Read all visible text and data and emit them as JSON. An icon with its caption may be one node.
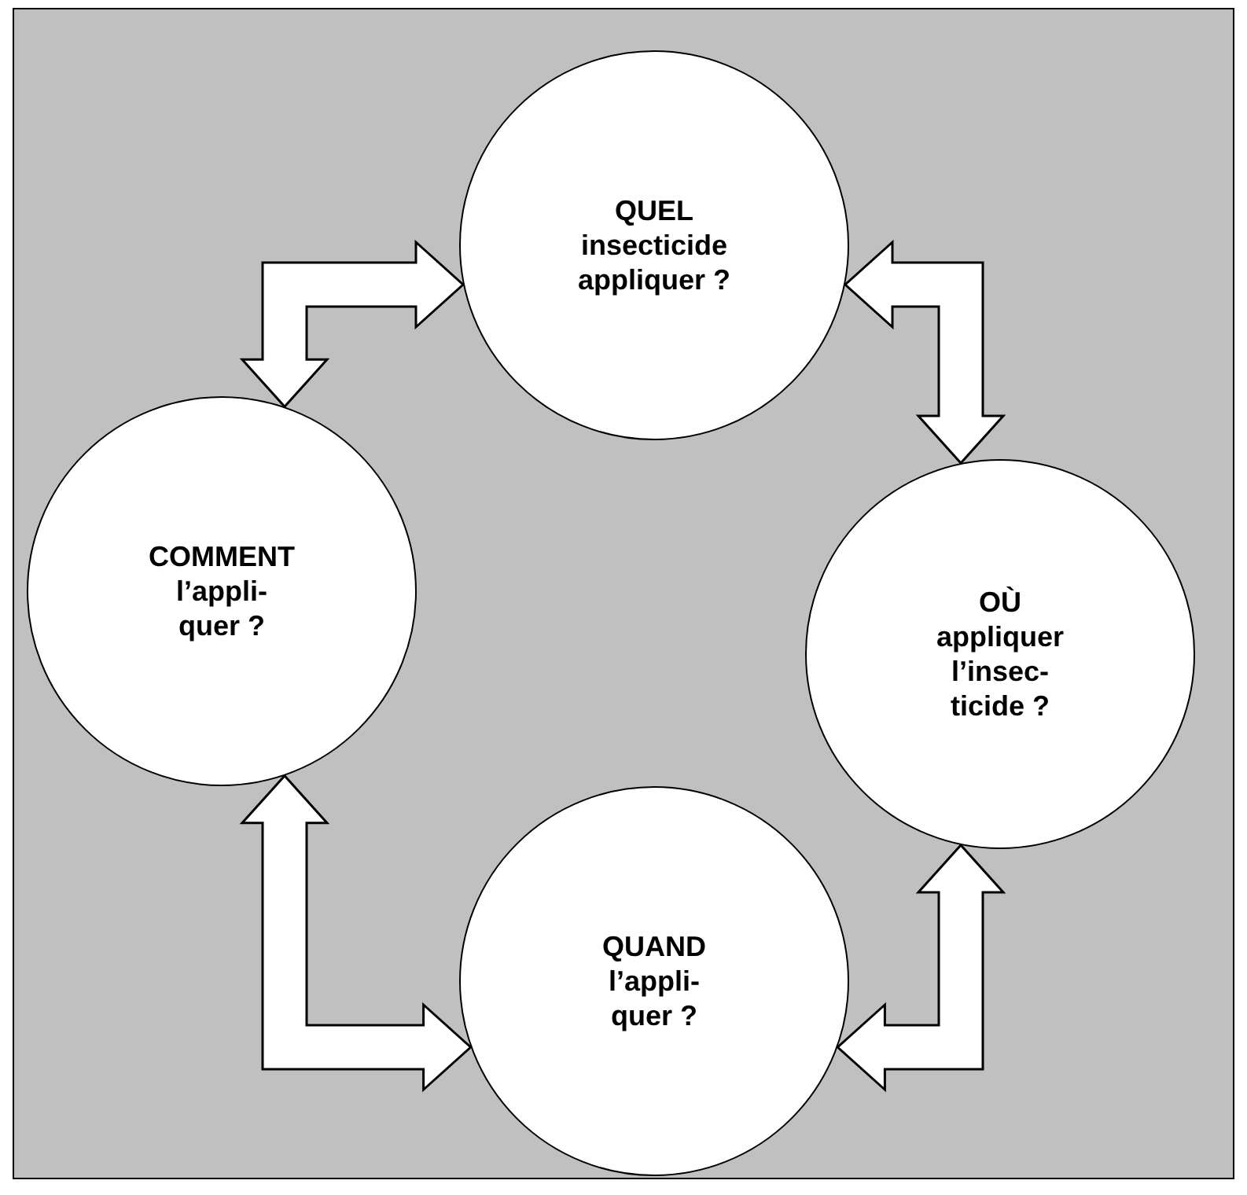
{
  "diagram": {
    "nodes": [
      {
        "text": [
          "QUEL insecticide appliquer ?"
        ]
      },
      {
        "text": [
          "COMMENT l’appli- quer ?"
        ]
      },
      {
        "text": [
          "OÙ appliquer l’insec- ticide ?"
        ]
      },
      {
        "text": [
          "QUAND l’appli- quer ?"
        ]
      }
    ],
    "edges": [
      {
        "from": 1,
        "to": 0,
        "arrow": "both"
      },
      {
        "from": 0,
        "to": 2,
        "arrow": "both"
      },
      {
        "from": 2,
        "to": 3,
        "arrow": "both"
      },
      {
        "from": 3,
        "to": 1,
        "arrow": "both"
      }
    ]
  }
}
